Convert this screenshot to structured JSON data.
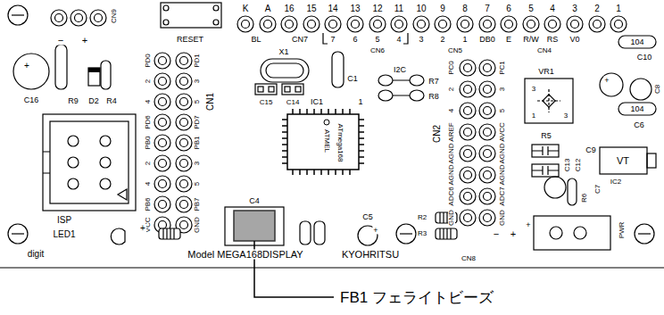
{
  "diagram": {
    "labels": [
      "K",
      "A",
      "16",
      "15",
      "14",
      "13",
      "12",
      "11",
      "10",
      "9",
      "8",
      "7",
      "6",
      "5",
      "4",
      "3",
      "2",
      "1",
      "CN9",
      "RESET",
      "BL",
      "CN7",
      "7",
      "6",
      "5",
      "CN6",
      "4",
      "3",
      "2",
      "1",
      "DB0",
      "E",
      "R/W",
      "RS",
      "V0",
      "CN5",
      "CN4",
      "−",
      "+",
      "+",
      "C16",
      "R9",
      "D2",
      "R4",
      "PD0",
      "2",
      "4",
      "PD6",
      "PB0",
      "2",
      "4",
      "PB6",
      "VCC",
      "PD1",
      "3",
      "5",
      "PD7",
      "PB1",
      "3",
      "5",
      "PB7",
      "GND",
      "CN1",
      "X1",
      "C15",
      "C14",
      "C1",
      "I2C",
      "R7",
      "R8",
      "IC1",
      "1",
      "ATMEL",
      "ATmega168",
      "CN2",
      "PC0",
      "2",
      "4",
      "AREF",
      "AGND",
      "AGND",
      "ADC6",
      "GND",
      "PC1",
      "3",
      "5",
      "AVCC",
      "AGND",
      "AGND",
      "ADC7",
      "GND",
      "VR1",
      "3",
      "1",
      "3",
      "104",
      "C10",
      "C8",
      "+",
      "104",
      "C6",
      "R5",
      "C13",
      "C12",
      "C9",
      "VT",
      "IC2",
      "C7",
      "R6",
      "PWR",
      "−",
      "+",
      "+",
      "R2",
      "R3",
      "CN8",
      "C5",
      "+",
      "C4",
      "ISP",
      "LED1",
      "+",
      "digit",
      "Model MEGA168DISPLAY",
      "KYOHRITSU",
      "FB1 フェライトビーズ"
    ]
  }
}
